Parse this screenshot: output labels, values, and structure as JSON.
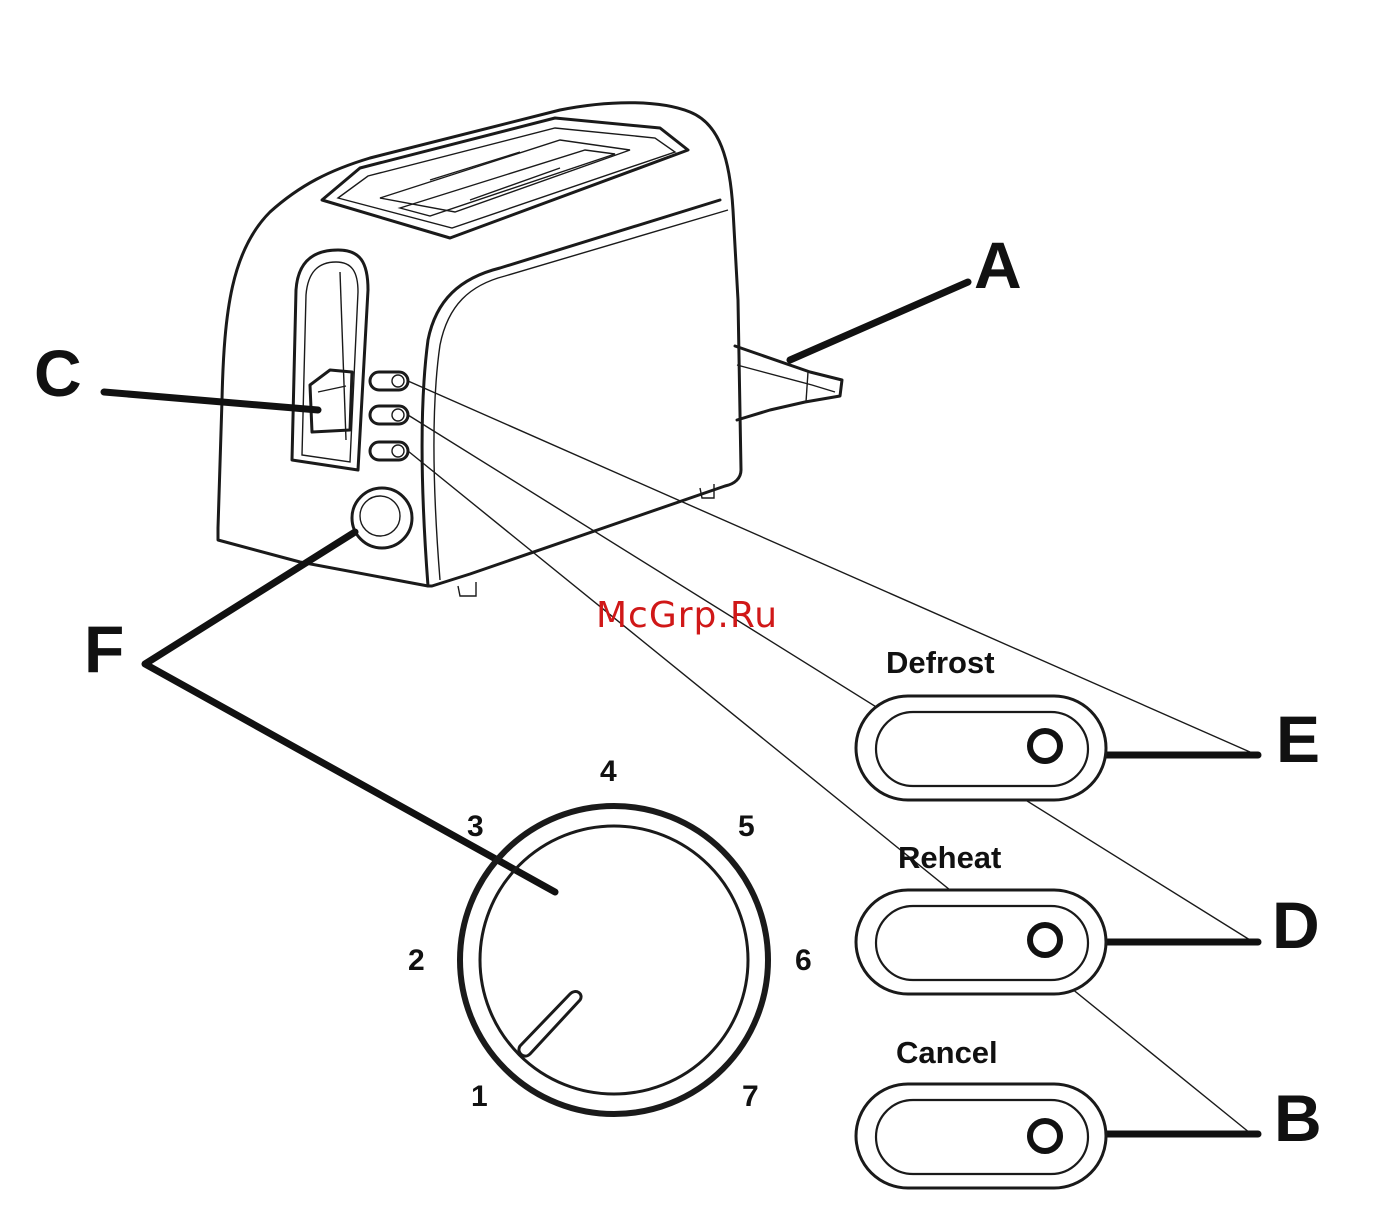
{
  "callouts": {
    "A": "A",
    "B": "B",
    "C": "C",
    "D": "D",
    "E": "E",
    "F": "F"
  },
  "controls": [
    {
      "label": "Defrost",
      "callout": "E"
    },
    {
      "label": "Reheat",
      "callout": "D"
    },
    {
      "label": "Cancel",
      "callout": "B"
    }
  ],
  "dial": {
    "numbers": [
      "1",
      "2",
      "3",
      "4",
      "5",
      "6",
      "7"
    ]
  },
  "watermark": "McGrp.Ru",
  "colors": {
    "line": "#1a1a1a",
    "watermark": "#d01818",
    "background": "#ffffff"
  }
}
